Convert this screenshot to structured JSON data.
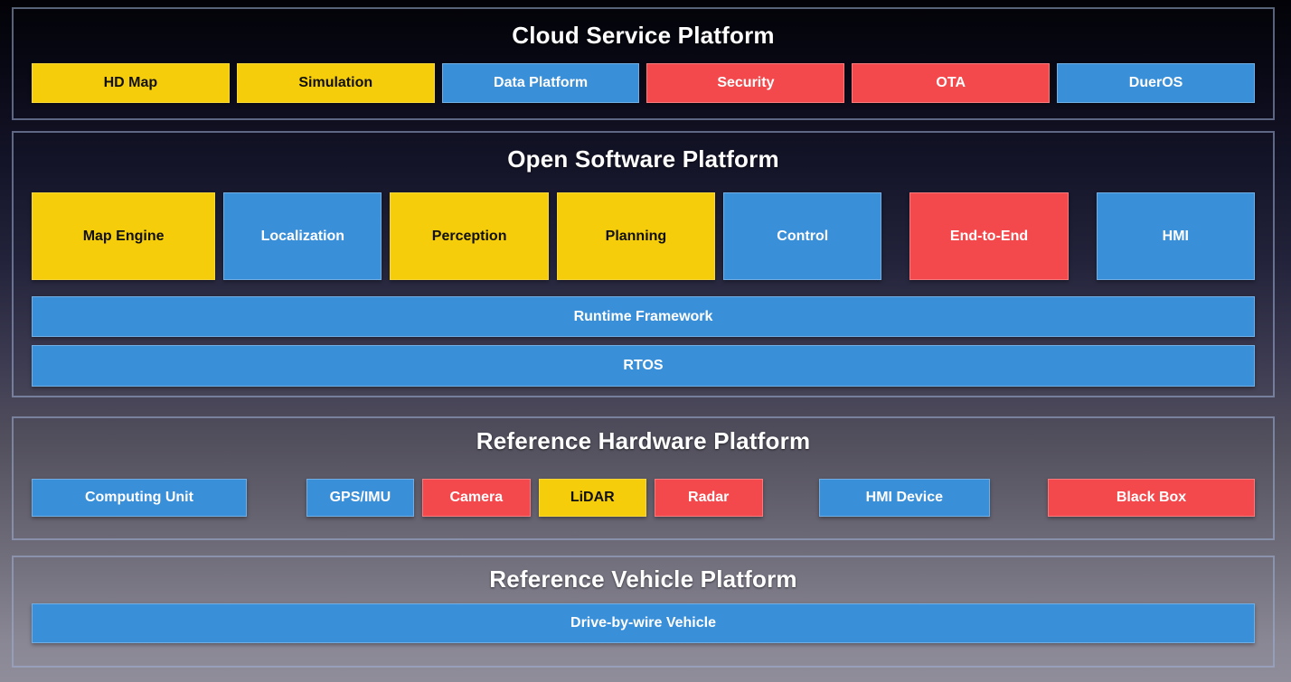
{
  "colors": {
    "yellow": "#F6CD0B",
    "blue": "#3A8FD9",
    "red": "#F4494C",
    "background_top": "#020207",
    "background_bottom": "#908D9B",
    "frame_border": "rgba(158,176,214,0.55)"
  },
  "platforms": [
    {
      "title": "Cloud Service Platform",
      "boxes": [
        {
          "label": "HD Map",
          "color": "yellow"
        },
        {
          "label": "Simulation",
          "color": "yellow"
        },
        {
          "label": "Data Platform",
          "color": "blue"
        },
        {
          "label": "Security",
          "color": "red"
        },
        {
          "label": "OTA",
          "color": "red"
        },
        {
          "label": "DuerOS",
          "color": "blue"
        }
      ]
    },
    {
      "title": "Open Software Platform",
      "boxes": [
        {
          "label": "Map Engine",
          "color": "yellow"
        },
        {
          "label": "Localization",
          "color": "blue"
        },
        {
          "label": "Perception",
          "color": "yellow"
        },
        {
          "label": "Planning",
          "color": "yellow"
        },
        {
          "label": "Control",
          "color": "blue"
        },
        {
          "label": "End-to-End",
          "color": "red"
        },
        {
          "label": "HMI",
          "color": "blue"
        }
      ],
      "bars": [
        {
          "label": "Runtime Framework",
          "color": "blue"
        },
        {
          "label": "RTOS",
          "color": "blue"
        }
      ]
    },
    {
      "title": "Reference Hardware Platform",
      "boxes": [
        {
          "label": "Computing Unit",
          "color": "blue"
        },
        {
          "label": "GPS/IMU",
          "color": "blue"
        },
        {
          "label": "Camera",
          "color": "red"
        },
        {
          "label": "LiDAR",
          "color": "yellow"
        },
        {
          "label": "Radar",
          "color": "red"
        },
        {
          "label": "HMI Device",
          "color": "blue"
        },
        {
          "label": "Black Box",
          "color": "red"
        }
      ]
    },
    {
      "title": "Reference Vehicle Platform",
      "bars": [
        {
          "label": "Drive-by-wire Vehicle",
          "color": "blue"
        }
      ]
    }
  ]
}
